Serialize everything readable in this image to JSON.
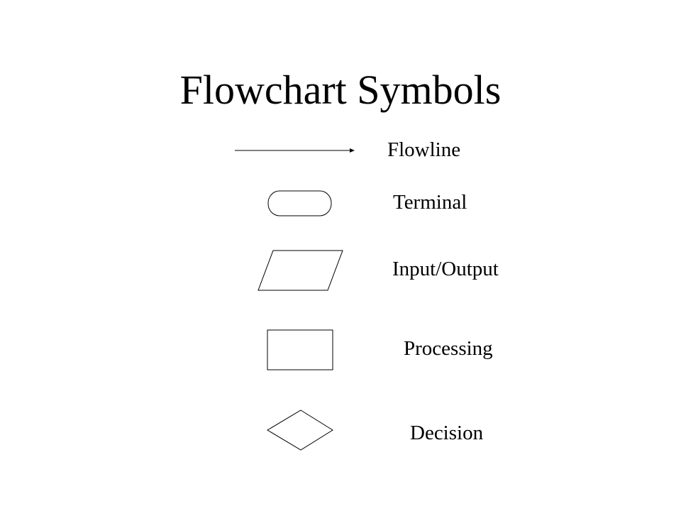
{
  "title": "Flowchart Symbols",
  "symbols": [
    {
      "shape": "arrow",
      "label": "Flowline"
    },
    {
      "shape": "rounded-rectangle",
      "label": "Terminal"
    },
    {
      "shape": "parallelogram",
      "label": "Input/Output"
    },
    {
      "shape": "rectangle",
      "label": "Processing"
    },
    {
      "shape": "diamond",
      "label": "Decision"
    }
  ],
  "colors": {
    "background": "#ffffff",
    "ink": "#000000"
  }
}
